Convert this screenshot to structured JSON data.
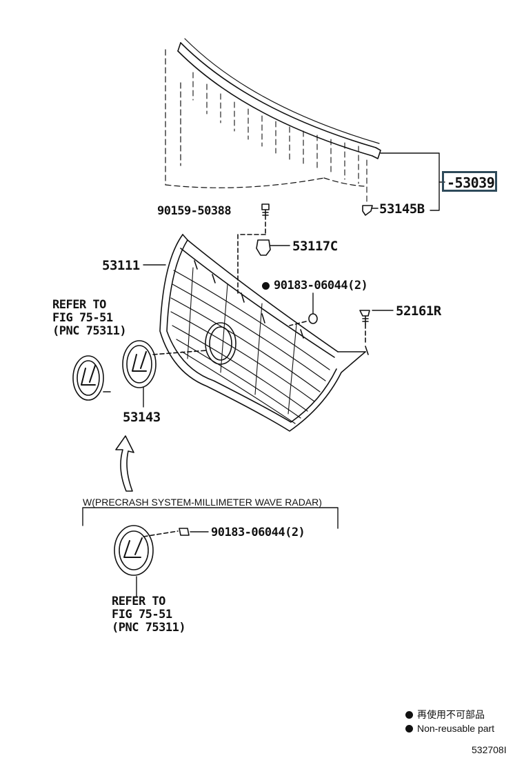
{
  "parts": {
    "upper_molding": "-53039",
    "clip_b": "53145B",
    "bolt": "90159-50388",
    "bracket": "53117C",
    "grille": "53111",
    "nut_top": "90183-06044(2)",
    "clip_r": "52161R",
    "emblem": "53143",
    "nut_bottom": "90183-06044(2)"
  },
  "refer_top": [
    "REFER TO",
    "FIG 75-51",
    "(PNC 75311)"
  ],
  "refer_bottom": [
    "REFER TO",
    "FIG 75-51",
    "(PNC 75311)"
  ],
  "variant_label": "W(PRECRASH SYSTEM-MILLIMETER WAVE RADAR)",
  "legend": {
    "japanese": "再使用不可部品",
    "english": "Non-reusable part"
  },
  "figure_id": "532708I"
}
